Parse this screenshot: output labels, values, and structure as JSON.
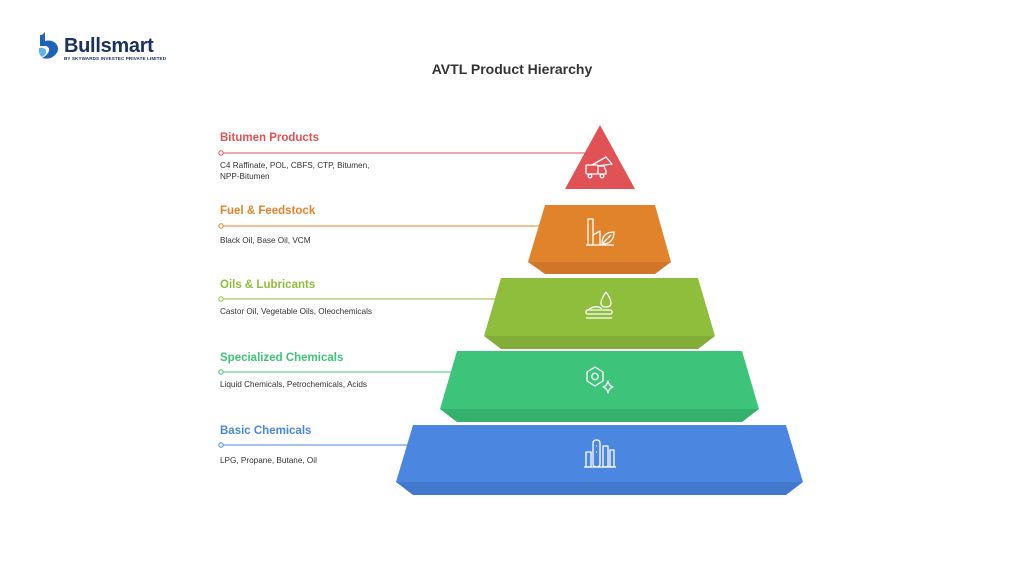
{
  "brand": {
    "name": "Bullsmart",
    "tagline": "BY SKYWARDS INVESTEC PRIVATE LIMITED"
  },
  "title": "AVTL Product Hierarchy",
  "tiers": [
    {
      "label": "Bitumen Products",
      "description": "C4 Raffinate, POL, CBFS, CTP, Bitumen, NPP-Bitumen",
      "color": "#e05256",
      "icon": "truck-icon"
    },
    {
      "label": "Fuel & Feedstock",
      "description": "Black Oil, Base Oil, VCM",
      "color": "#e0832a",
      "icon": "factory-leaf-icon"
    },
    {
      "label": "Oils & Lubricants",
      "description": "Castor Oil, Vegetable Oils, Oleochemicals",
      "color": "#8fbe3c",
      "icon": "oil-drop-icon"
    },
    {
      "label": "Specialized Chemicals",
      "description": "Liquid Chemicals, Petrochemicals, Acids",
      "color": "#3ec47a",
      "icon": "hexagon-sparkle-icon"
    },
    {
      "label": "Basic Chemicals",
      "description": "LPG, Propane, Butane, Oil",
      "color": "#4b86e0",
      "icon": "refinery-icon"
    }
  ]
}
